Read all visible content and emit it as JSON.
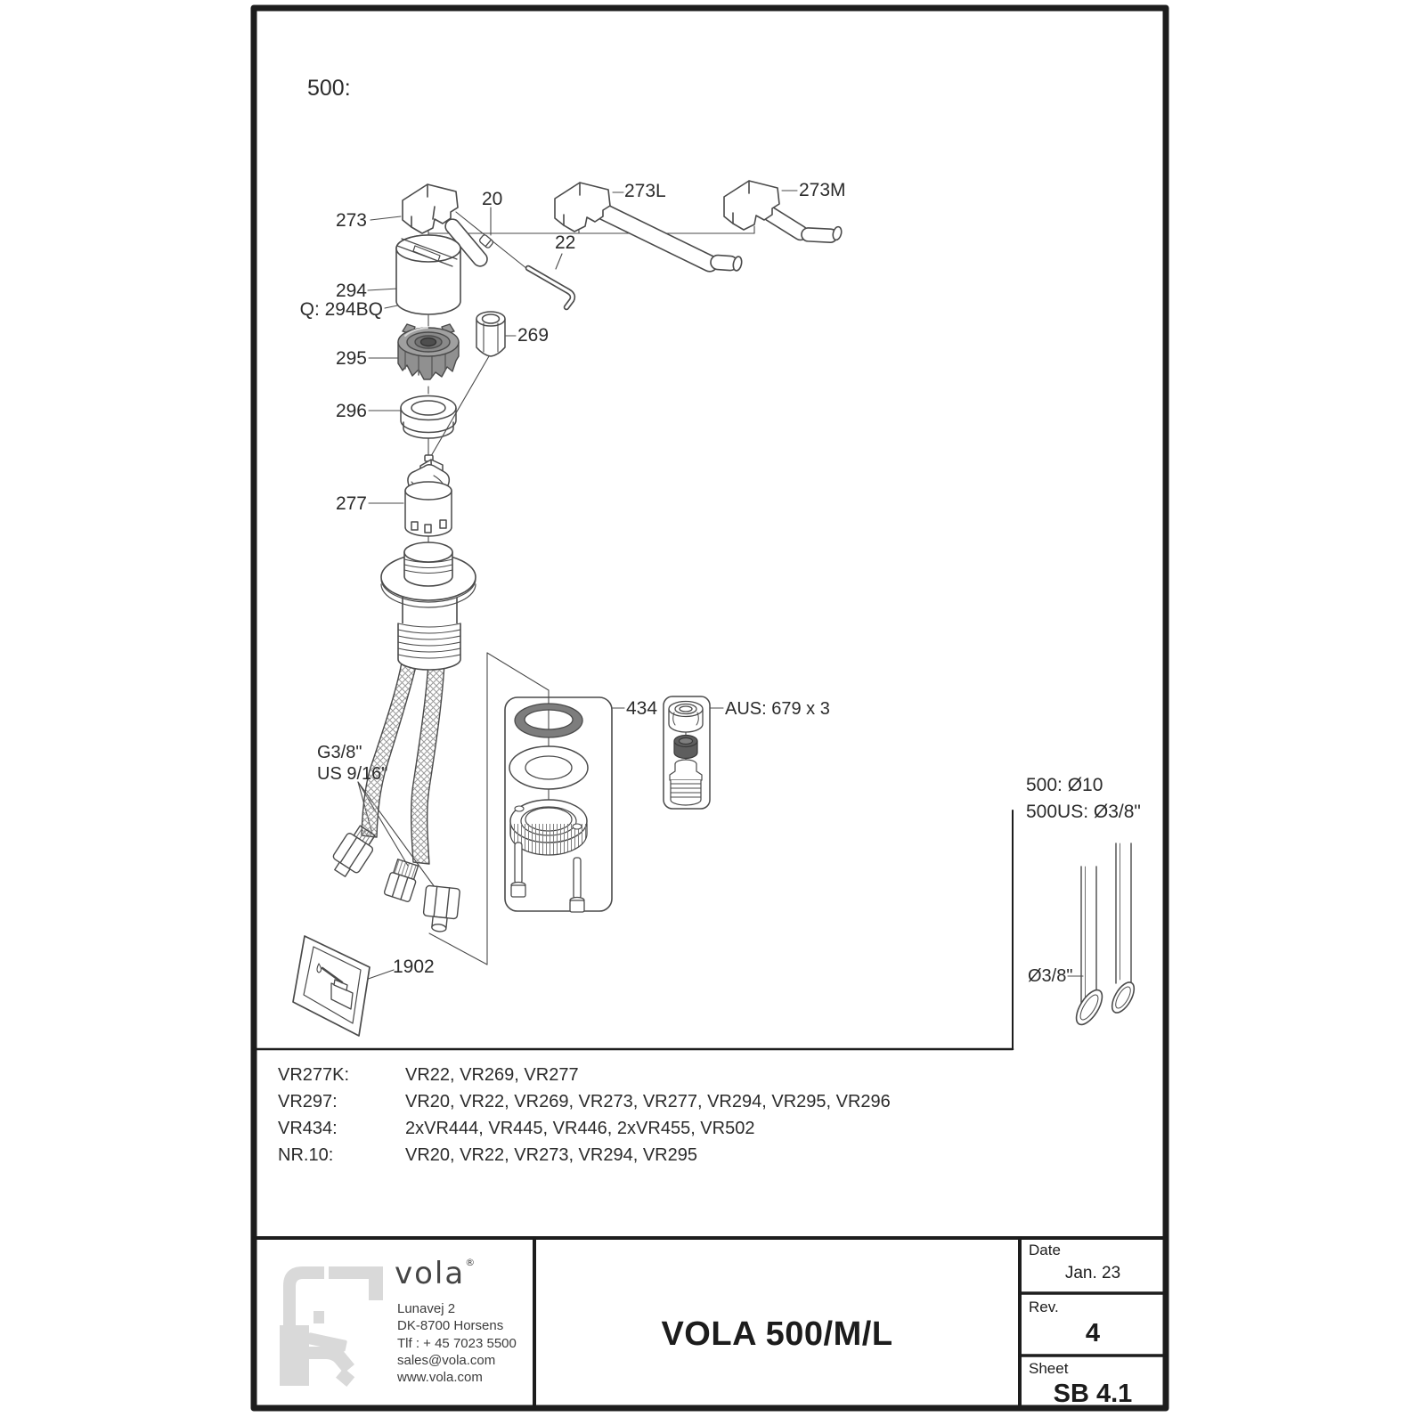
{
  "drawing": {
    "figure_label": "500:",
    "part_labels": {
      "p273": "273",
      "p20": "20",
      "p273l": "273L",
      "p273m": "273M",
      "p22": "22",
      "p294": "294",
      "p294q": "Q: 294BQ",
      "p269": "269",
      "p295": "295",
      "p296": "296",
      "p277": "277",
      "thread_g": "G3/8\"",
      "thread_us": "US 9/16\"",
      "p434": "434",
      "aus": "AUS: 679 x 3",
      "p1902": "1902",
      "pipe_500": "500: Ø10",
      "pipe_500us": "500US: Ø3/8\"",
      "pipe_dia": "Ø3/8\""
    },
    "kits": [
      {
        "code": "VR277K:",
        "contents": "VR22, VR269, VR277"
      },
      {
        "code": "VR297:",
        "contents": "VR20, VR22, VR269, VR273, VR277, VR294, VR295, VR296"
      },
      {
        "code": "VR434:",
        "contents": "2xVR444, VR445, VR446, 2xVR455, VR502"
      },
      {
        "code": "NR.10:",
        "contents": "VR20, VR22, VR273, VR294, VR295"
      }
    ]
  },
  "title_block": {
    "logo": "vola",
    "logo_reg": "®",
    "address": [
      "Lunavej 2",
      "DK-8700 Horsens",
      "Tlf : + 45 7023 5500",
      "sales@vola.com",
      "www.vola.com"
    ],
    "title": "VOLA 500/M/L",
    "date_label": "Date",
    "date_value": "Jan. 23",
    "rev_label": "Rev.",
    "rev_value": "4",
    "sheet_label": "Sheet",
    "sheet_value": "SB 4.1"
  }
}
